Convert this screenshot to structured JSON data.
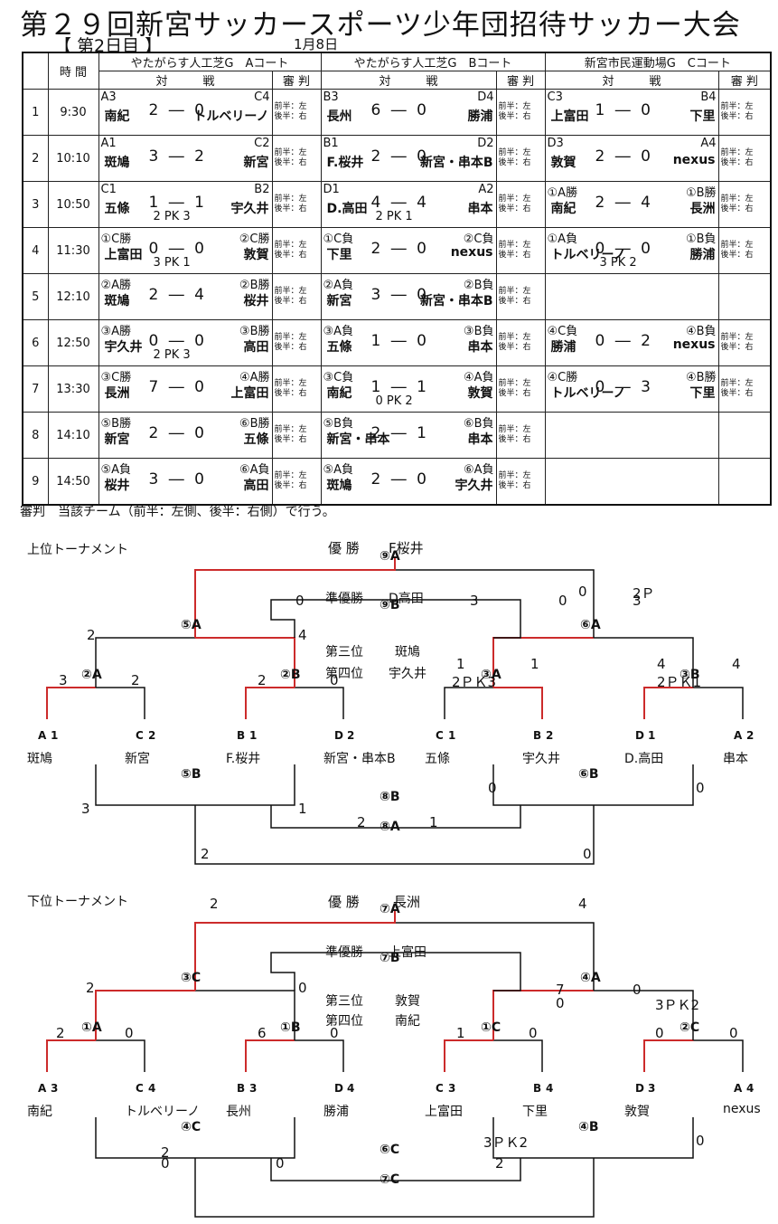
{
  "title": "第２９回新宮サッカースポーツ少年団招待サッカー大会",
  "subtitle": "【 第2日目 】",
  "date": "1月8日",
  "headers": {
    "time": "時 間",
    "court_a": "やたがらす人工芝G　Aコート",
    "court_b": "やたがらす人工芝G　Bコート",
    "court_c": "新宮市民運動場G　Cコート",
    "match": "対　　　戦",
    "ref": "審 判"
  },
  "ref_text": {
    "first": "前半：左",
    "second": "後半：右"
  },
  "rows": [
    {
      "n": "1",
      "time": "9:30",
      "a": {
        "tl": "A3",
        "tr": "C4",
        "left": "南紀",
        "right": "トルベリーノ",
        "score": "2 ― 0",
        "pk": ""
      },
      "b": {
        "tl": "B3",
        "tr": "D4",
        "left": "長州",
        "right": "勝浦",
        "score": "6 ― 0",
        "pk": ""
      },
      "c": {
        "tl": "C3",
        "tr": "B4",
        "left": "上富田",
        "right": "下里",
        "score": "1 ― 0",
        "pk": ""
      }
    },
    {
      "n": "2",
      "time": "10:10",
      "a": {
        "tl": "A1",
        "tr": "C2",
        "left": "斑鳩",
        "right": "新宮",
        "score": "3 ― 2",
        "pk": ""
      },
      "b": {
        "tl": "B1",
        "tr": "D2",
        "left": "F.桜井",
        "right": "新宮・串本B",
        "score": "2 ― 0",
        "pk": ""
      },
      "c": {
        "tl": "D3",
        "tr": "A4",
        "left": "敦賀",
        "right": "nexus",
        "score": "2 ― 0",
        "pk": ""
      }
    },
    {
      "n": "3",
      "time": "10:50",
      "a": {
        "tl": "C1",
        "tr": "B2",
        "left": "五條",
        "right": "宇久井",
        "score": "1 ― 1",
        "pk": "2 PK 3"
      },
      "b": {
        "tl": "D1",
        "tr": "A2",
        "left": "D.高田",
        "right": "串本",
        "score": "4 ― 4",
        "pk": "2 PK 1"
      },
      "c": {
        "tl": "①A勝",
        "tr": "①B勝",
        "left": "南紀",
        "right": "長洲",
        "score": "2 ― 4",
        "pk": ""
      }
    },
    {
      "n": "4",
      "time": "11:30",
      "a": {
        "tl": "①C勝",
        "tr": "②C勝",
        "left": "上富田",
        "right": "敦賀",
        "score": "0 ― 0",
        "pk": "3 PK 1"
      },
      "b": {
        "tl": "①C負",
        "tr": "②C負",
        "left": "下里",
        "right": "nexus",
        "score": "2 ― 0",
        "pk": ""
      },
      "c": {
        "tl": "①A負",
        "tr": "①B負",
        "left": "トルベリーノ",
        "right": "勝浦",
        "score": "0 ― 0",
        "pk": "3 PK 2"
      }
    },
    {
      "n": "5",
      "time": "12:10",
      "a": {
        "tl": "②A勝",
        "tr": "②B勝",
        "left": "斑鳩",
        "right": "桜井",
        "score": "2 ― 4",
        "pk": ""
      },
      "b": {
        "tl": "②A負",
        "tr": "②B負",
        "left": "新宮",
        "right": "新宮・串本B",
        "score": "3 ― 0",
        "pk": ""
      },
      "c": null
    },
    {
      "n": "6",
      "time": "12:50",
      "a": {
        "tl": "③A勝",
        "tr": "③B勝",
        "left": "宇久井",
        "right": "高田",
        "score": "0 ― 0",
        "pk": "2 PK 3"
      },
      "b": {
        "tl": "③A負",
        "tr": "③B負",
        "left": "五條",
        "right": "串本",
        "score": "1 ― 0",
        "pk": ""
      },
      "c": {
        "tl": "④C負",
        "tr": "④B負",
        "left": "勝浦",
        "right": "nexus",
        "score": "0 ― 2",
        "pk": ""
      }
    },
    {
      "n": "7",
      "time": "13:30",
      "a": {
        "tl": "③C勝",
        "tr": "④A勝",
        "left": "長洲",
        "right": "上富田",
        "score": "7 ― 0",
        "pk": ""
      },
      "b": {
        "tl": "③C負",
        "tr": "④A負",
        "left": "南紀",
        "right": "敦賀",
        "score": "1 ― 1",
        "pk": "0 PK 2"
      },
      "c": {
        "tl": "④C勝",
        "tr": "④B勝",
        "left": "トルベリーノ",
        "right": "下里",
        "score": "0 ― 3",
        "pk": ""
      }
    },
    {
      "n": "8",
      "time": "14:10",
      "a": {
        "tl": "⑤B勝",
        "tr": "⑥B勝",
        "left": "新宮",
        "right": "五條",
        "score": "2 ― 0",
        "pk": ""
      },
      "b": {
        "tl": "⑤B負",
        "tr": "⑥B負",
        "left": "新宮・串本",
        "right": "串本",
        "score": "2 ― 1",
        "pk": ""
      },
      "c": null
    },
    {
      "n": "9",
      "time": "14:50",
      "a": {
        "tl": "⑤A負",
        "tr": "⑥A負",
        "left": "桜井",
        "right": "高田",
        "score": "3 ― 0",
        "pk": ""
      },
      "b": {
        "tl": "⑤A負",
        "tr": "⑥A負",
        "left": "斑鳩",
        "right": "宇久井",
        "score": "2 ― 0",
        "pk": ""
      },
      "c": null
    }
  ],
  "note": "審判　当該チーム（前半：左側、後半：右側）で行う。",
  "upper": {
    "heading": "上位トーナメント",
    "champion_label": "優 勝",
    "champion": "F桜井",
    "runner_label": "準優勝",
    "runner": "D高田",
    "third_label": "第三位",
    "third": "斑鳩",
    "fourth_label": "第四位",
    "fourth": "宇久井",
    "teams": [
      "斑鳩",
      "新宮",
      "F.桜井",
      "新宮・串本B",
      "五條",
      "宇久井",
      "D.高田",
      "串本"
    ],
    "seeds": [
      "A",
      "1",
      "C",
      "2",
      "B",
      "1",
      "D",
      "2",
      "C",
      "1",
      "B",
      "2",
      "D",
      "1",
      "A",
      "2"
    ],
    "nodes": [
      "②A",
      "②B",
      "③A",
      "③B",
      "⑤A",
      "⑥A",
      "⑨B",
      "⑨A",
      "⑤B",
      "⑥B",
      "⑧B",
      "⑧A"
    ],
    "scores": [
      "3",
      "2",
      "2",
      "0",
      "1",
      "2ＰＫ3",
      "1",
      "4",
      "2ＰＫ1",
      "4",
      "2",
      "4",
      "0",
      "3",
      "0",
      "0",
      "2Ｐ",
      "3",
      "3",
      "0",
      "1",
      "0",
      "2",
      "1",
      "2",
      "0"
    ]
  },
  "lower": {
    "heading": "下位トーナメント",
    "champion_label": "優 勝",
    "champion": "長洲",
    "runner_label": "準優勝",
    "runner": "上富田",
    "third_label": "第三位",
    "third": "敦賀",
    "fourth_label": "第四位",
    "fourth": "南紀",
    "teams": [
      "南紀",
      "トルベリーノ",
      "長州",
      "勝浦",
      "上富田",
      "下里",
      "敦賀",
      "nexus"
    ],
    "seeds": [
      "A",
      "3",
      "C",
      "4",
      "B",
      "3",
      "D",
      "4",
      "C",
      "3",
      "B",
      "4",
      "D",
      "3",
      "A",
      "4"
    ],
    "nodes": [
      "①A",
      "①B",
      "①C",
      "②C",
      "③C",
      "④A",
      "⑦B",
      "⑦A",
      "④C",
      "④B",
      "⑥C",
      "⑦C"
    ],
    "scores": [
      "2",
      "0",
      "6",
      "0",
      "1",
      "0",
      "2",
      "0",
      "2",
      "4",
      "7",
      "0",
      "0",
      "3ＰＫ2",
      "0",
      "0",
      "3ＰＫ2",
      "0",
      "2",
      "0",
      "0",
      "2"
    ]
  }
}
